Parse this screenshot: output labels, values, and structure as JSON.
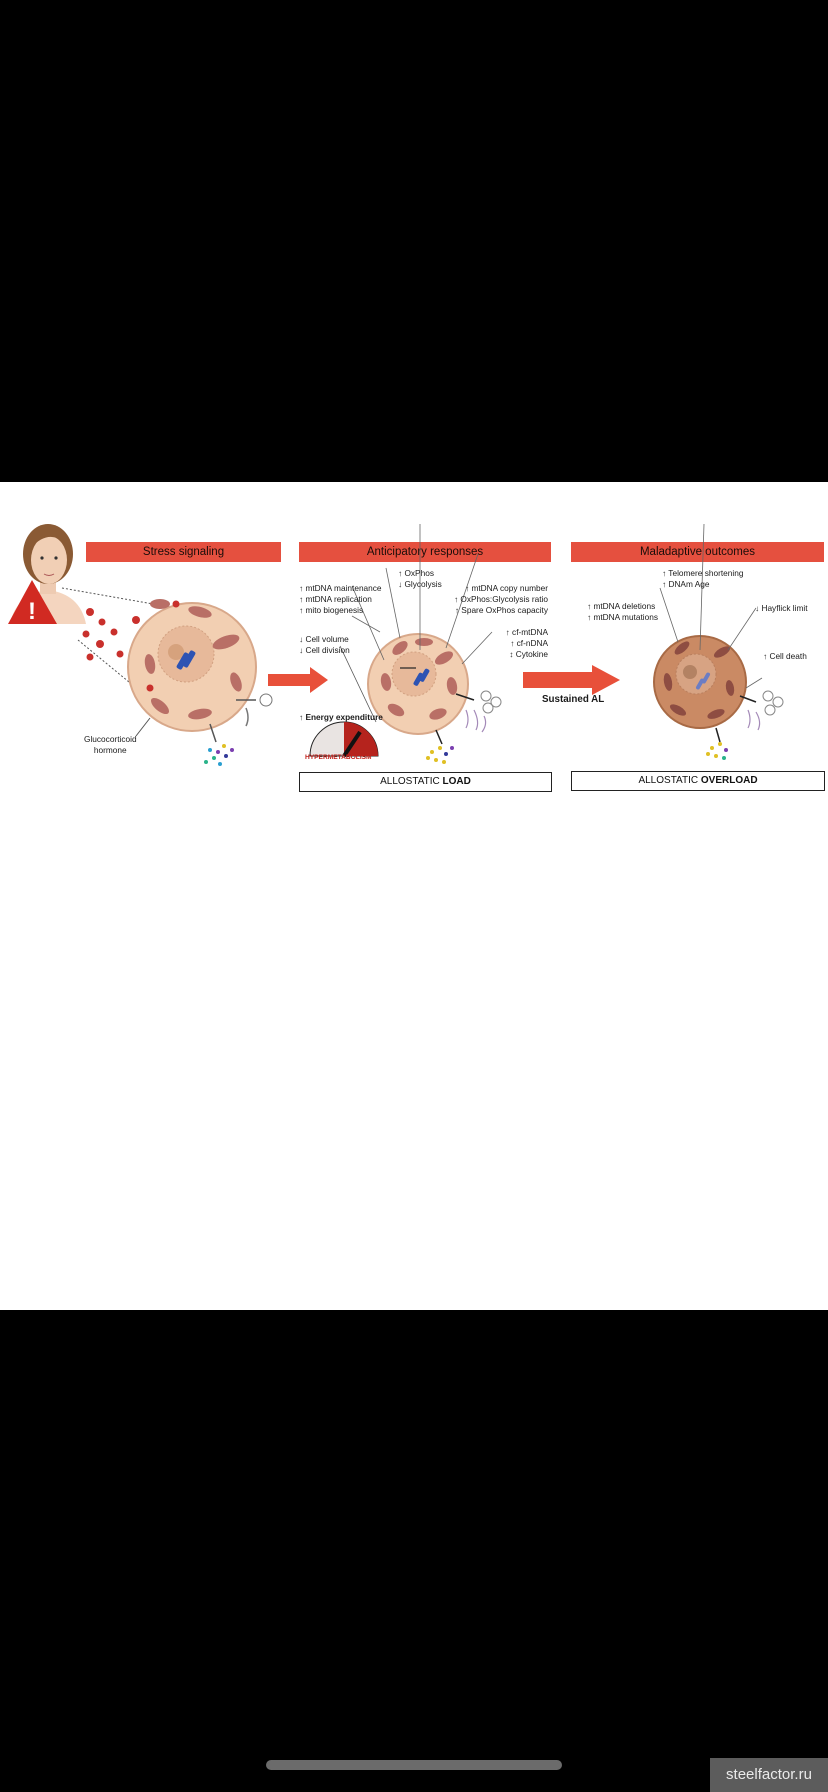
{
  "panels": {
    "stress": {
      "header": "Stress signaling",
      "hormone_label": "Glucocorticoid\nhormone"
    },
    "anticipatory": {
      "header": "Anticipatory responses",
      "labels": {
        "oxphos": "↑ OxPhos\n↓ Glycolysis",
        "mtdna_maintenance": "↑ mtDNA maintenance\n↑ mtDNA replication\n↑ mito biogenesis",
        "copy_number": "↑ mtDNA copy number\n↑ OxPhos:Glycolysis ratio\n↑ Spare OxPhos capacity",
        "cell_volume": "↓ Cell volume\n↓ Cell division",
        "cf_dna": "↑ cf-mtDNA\n↑ cf-nDNA\n↕ Cytokine",
        "energy": "↑ Energy expenditure",
        "hypermetabolism": "HYPERMETABOLISM"
      },
      "box_prefix": "ALLOSTATIC ",
      "box_bold": "LOAD"
    },
    "transition_label": "Sustained AL",
    "maladaptive": {
      "header": "Maladaptive outcomes",
      "labels": {
        "telomere": "↑ Telomere shortening\n↑ DNAm Age",
        "deletions": "↑ mtDNA deletions\n↑ mtDNA mutations",
        "hayflick": "↓ Hayflick limit",
        "death": "↑ Cell death"
      },
      "box_prefix": "ALLOSTATIC ",
      "box_bold": "OVERLOAD"
    }
  },
  "warning_symbol": "!",
  "watermark": "steelfactor.ru",
  "colors": {
    "banner": "#e5503f",
    "cell": "#f2cfb2",
    "mito": "#b96f66",
    "arrow": "#e8503a"
  }
}
